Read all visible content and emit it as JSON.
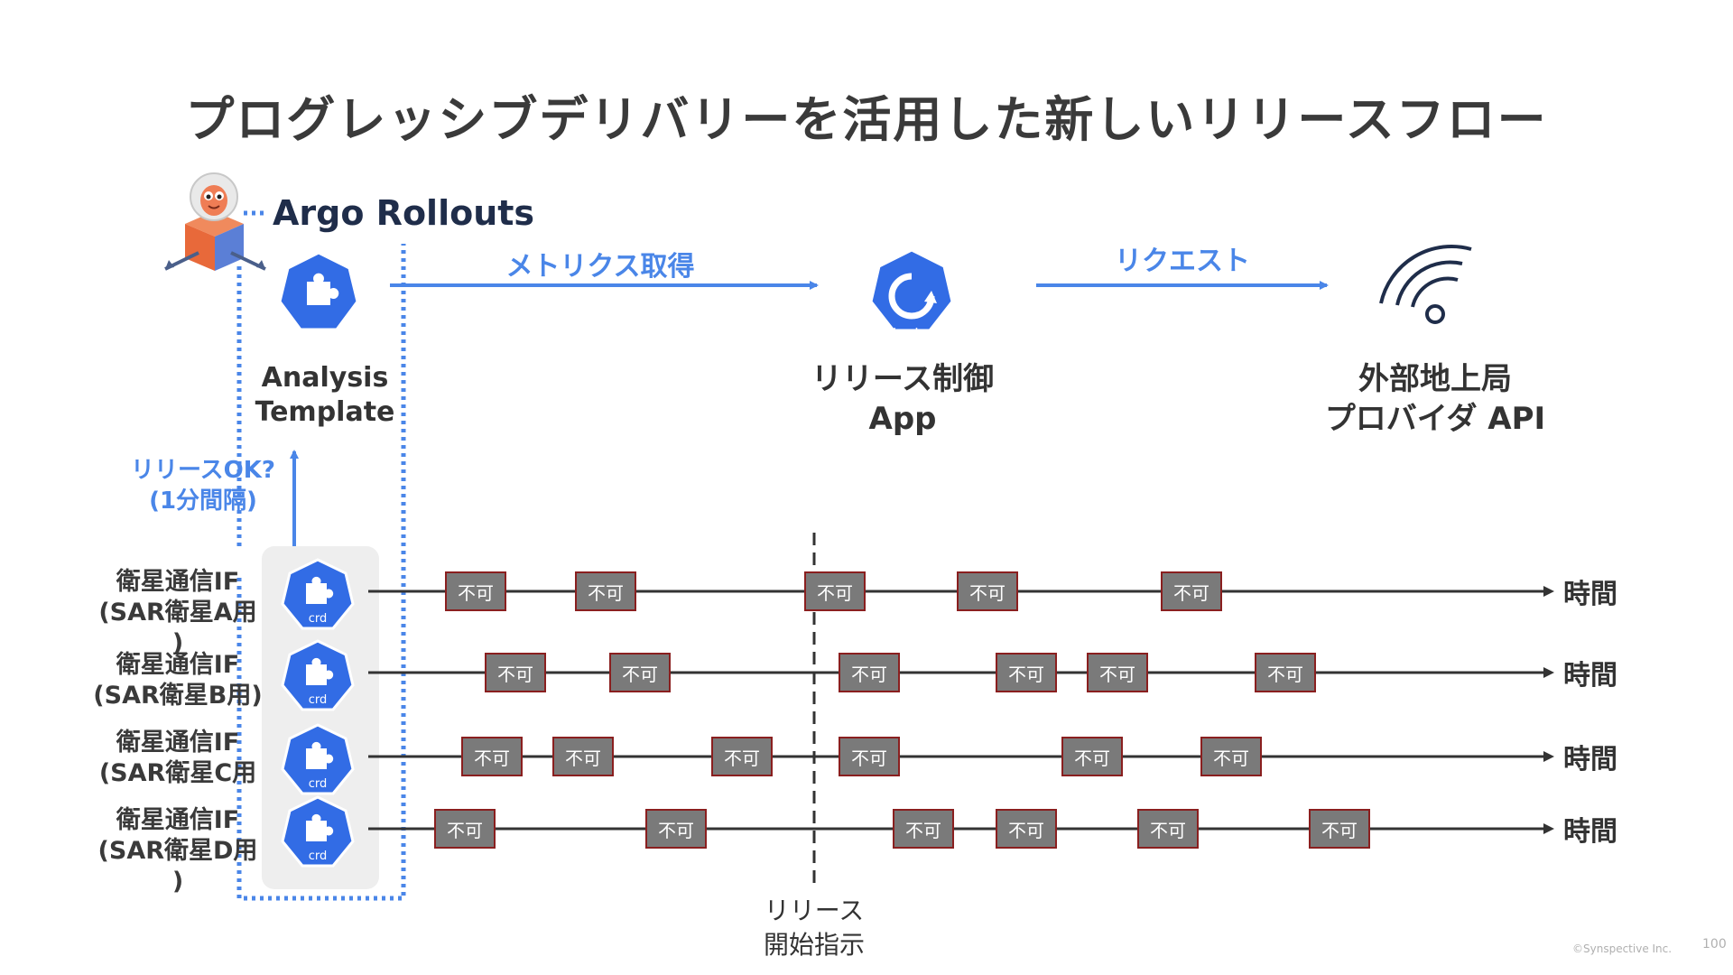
{
  "title": "プログレッシブデリバリーを活用した新しいリリースフロー",
  "argo": {
    "label": "Argo Rollouts",
    "icon": "argo-octopus-icon"
  },
  "analysis_template": {
    "line1": "Analysis",
    "line2": "Template",
    "badge": "crd"
  },
  "metrics_label": "メトリクス取得",
  "release_app": {
    "line1": "リリース制御",
    "line2": "App",
    "badge": "deploy"
  },
  "request_label": "リクエスト",
  "ground_station": {
    "line1": "外部地上局",
    "line2": "プロバイダ API",
    "icon": "signal-icon"
  },
  "release_ok": {
    "line1": "リリースOK?",
    "line2": "(1分間隔)"
  },
  "release_start": {
    "line1": "リリース",
    "line2": "開始指示"
  },
  "blocked_label": "不可",
  "time_label": "時間",
  "lanes": [
    {
      "line1": "衛星通信IF",
      "line2": "(SAR衛星A用",
      "line3": ")",
      "badge": "crd",
      "blocks": [
        0.065,
        0.176,
        0.371,
        0.501,
        0.674
      ]
    },
    {
      "line1": "衛星通信IF",
      "line2": "(SAR衛星B用)",
      "line3": "",
      "badge": "crd",
      "blocks": [
        0.099,
        0.205,
        0.4,
        0.534,
        0.611,
        0.754
      ]
    },
    {
      "line1": "衛星通信IF",
      "line2": "(SAR衛星C用",
      "line3": "",
      "badge": "crd",
      "blocks": [
        0.079,
        0.157,
        0.292,
        0.4,
        0.59,
        0.708
      ]
    },
    {
      "line1": "衛星通信IF",
      "line2": "(SAR衛星D用",
      "line3": ")",
      "badge": "crd",
      "blocks": [
        0.056,
        0.236,
        0.446,
        0.534,
        0.654,
        0.8
      ]
    }
  ],
  "footer": {
    "copyright": "©Synspective Inc.",
    "page": "100"
  },
  "colors": {
    "accent_blue": "#4a86e8",
    "k8s_blue": "#326ce5",
    "block_fill": "#7a7a7a",
    "block_border": "#8a1f1f"
  }
}
